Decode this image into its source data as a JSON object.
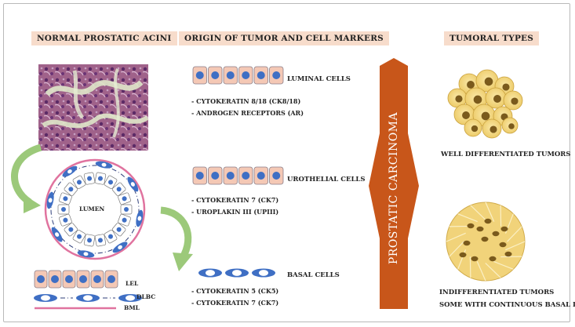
{
  "headers": {
    "normal": "NORMAL PROSTATIC ACINI",
    "origin": "ORIGIN OF TUMOR AND CELL MARKERS",
    "tumoral": "TUMORAL TYPES"
  },
  "acini": {
    "lumen_label": "LUMEN",
    "legend": [
      "LEL",
      "DLBC",
      "BML"
    ]
  },
  "cells": {
    "luminal": {
      "label": "LUMINAL CELLS",
      "markers": [
        "- CYTOKERATIN 8/18 (CK8/18)",
        "- ANDROGEN  RECEPTORS (AR)"
      ]
    },
    "urothelial": {
      "label": "UROTHELIAL CELLS",
      "markers": [
        "- CYTOKERATIN 7 (CK7)",
        "- UROPLAKIN III (UPIII)"
      ]
    },
    "basal": {
      "label": "BASAL CELLS",
      "markers": [
        "- CYTOKERATIN 5 (CK5)",
        "- CYTOKERATIN 7 (CK7)"
      ]
    }
  },
  "carcinoma_label": "PROSTATIC CARCINOMA",
  "tumors": {
    "well": "WELL DIFFERENTIATED TUMORS",
    "undiff_1": "INDIFFERENTIATED TUMORS",
    "undiff_2": "SOME WITH CONTINUOUS BASAL LAYER"
  },
  "colors": {
    "header_bg": "#f7dccb",
    "cell_fill": "#f4c8b5",
    "nucleus": "#3f6fc4",
    "arrow": "#c8561a",
    "membrane": "#e0739f",
    "tumor_cell": "#f3dc86",
    "tumor_nucleus": "#7a5a1c",
    "curved_arrow": "#9cc97a"
  }
}
